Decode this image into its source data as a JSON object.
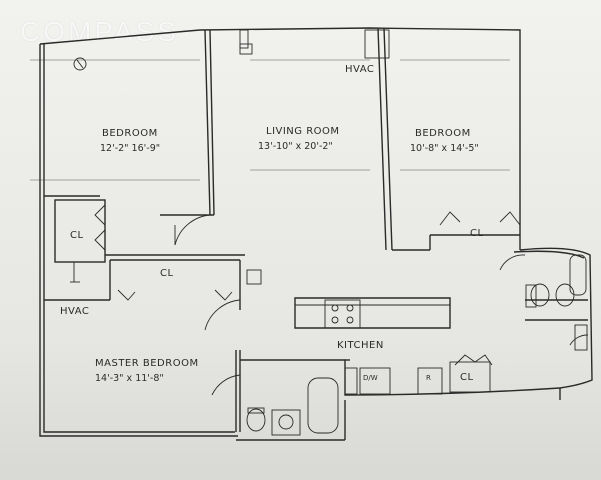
{
  "watermark": "COMPASS",
  "rooms": [
    {
      "id": "bedroom-1",
      "name": "BEDROOM",
      "dims": "12'-2\" 16'-9\""
    },
    {
      "id": "living-room",
      "name": "LIVING ROOM",
      "dims": "13'-10\" x 20'-2\""
    },
    {
      "id": "bedroom-2",
      "name": "BEDROOM",
      "dims": "10'-8\" x 14'-5\""
    },
    {
      "id": "master-bedroom",
      "name": "MASTER BEDROOM",
      "dims": "14'-3\" x 11'-8\""
    },
    {
      "id": "kitchen",
      "name": "KITCHEN",
      "dims": ""
    }
  ],
  "labels": {
    "hvac_top": "HVAC",
    "hvac_left": "HVAC",
    "closet": "CL",
    "dishwasher": "D/W",
    "refrigerator": "R"
  }
}
